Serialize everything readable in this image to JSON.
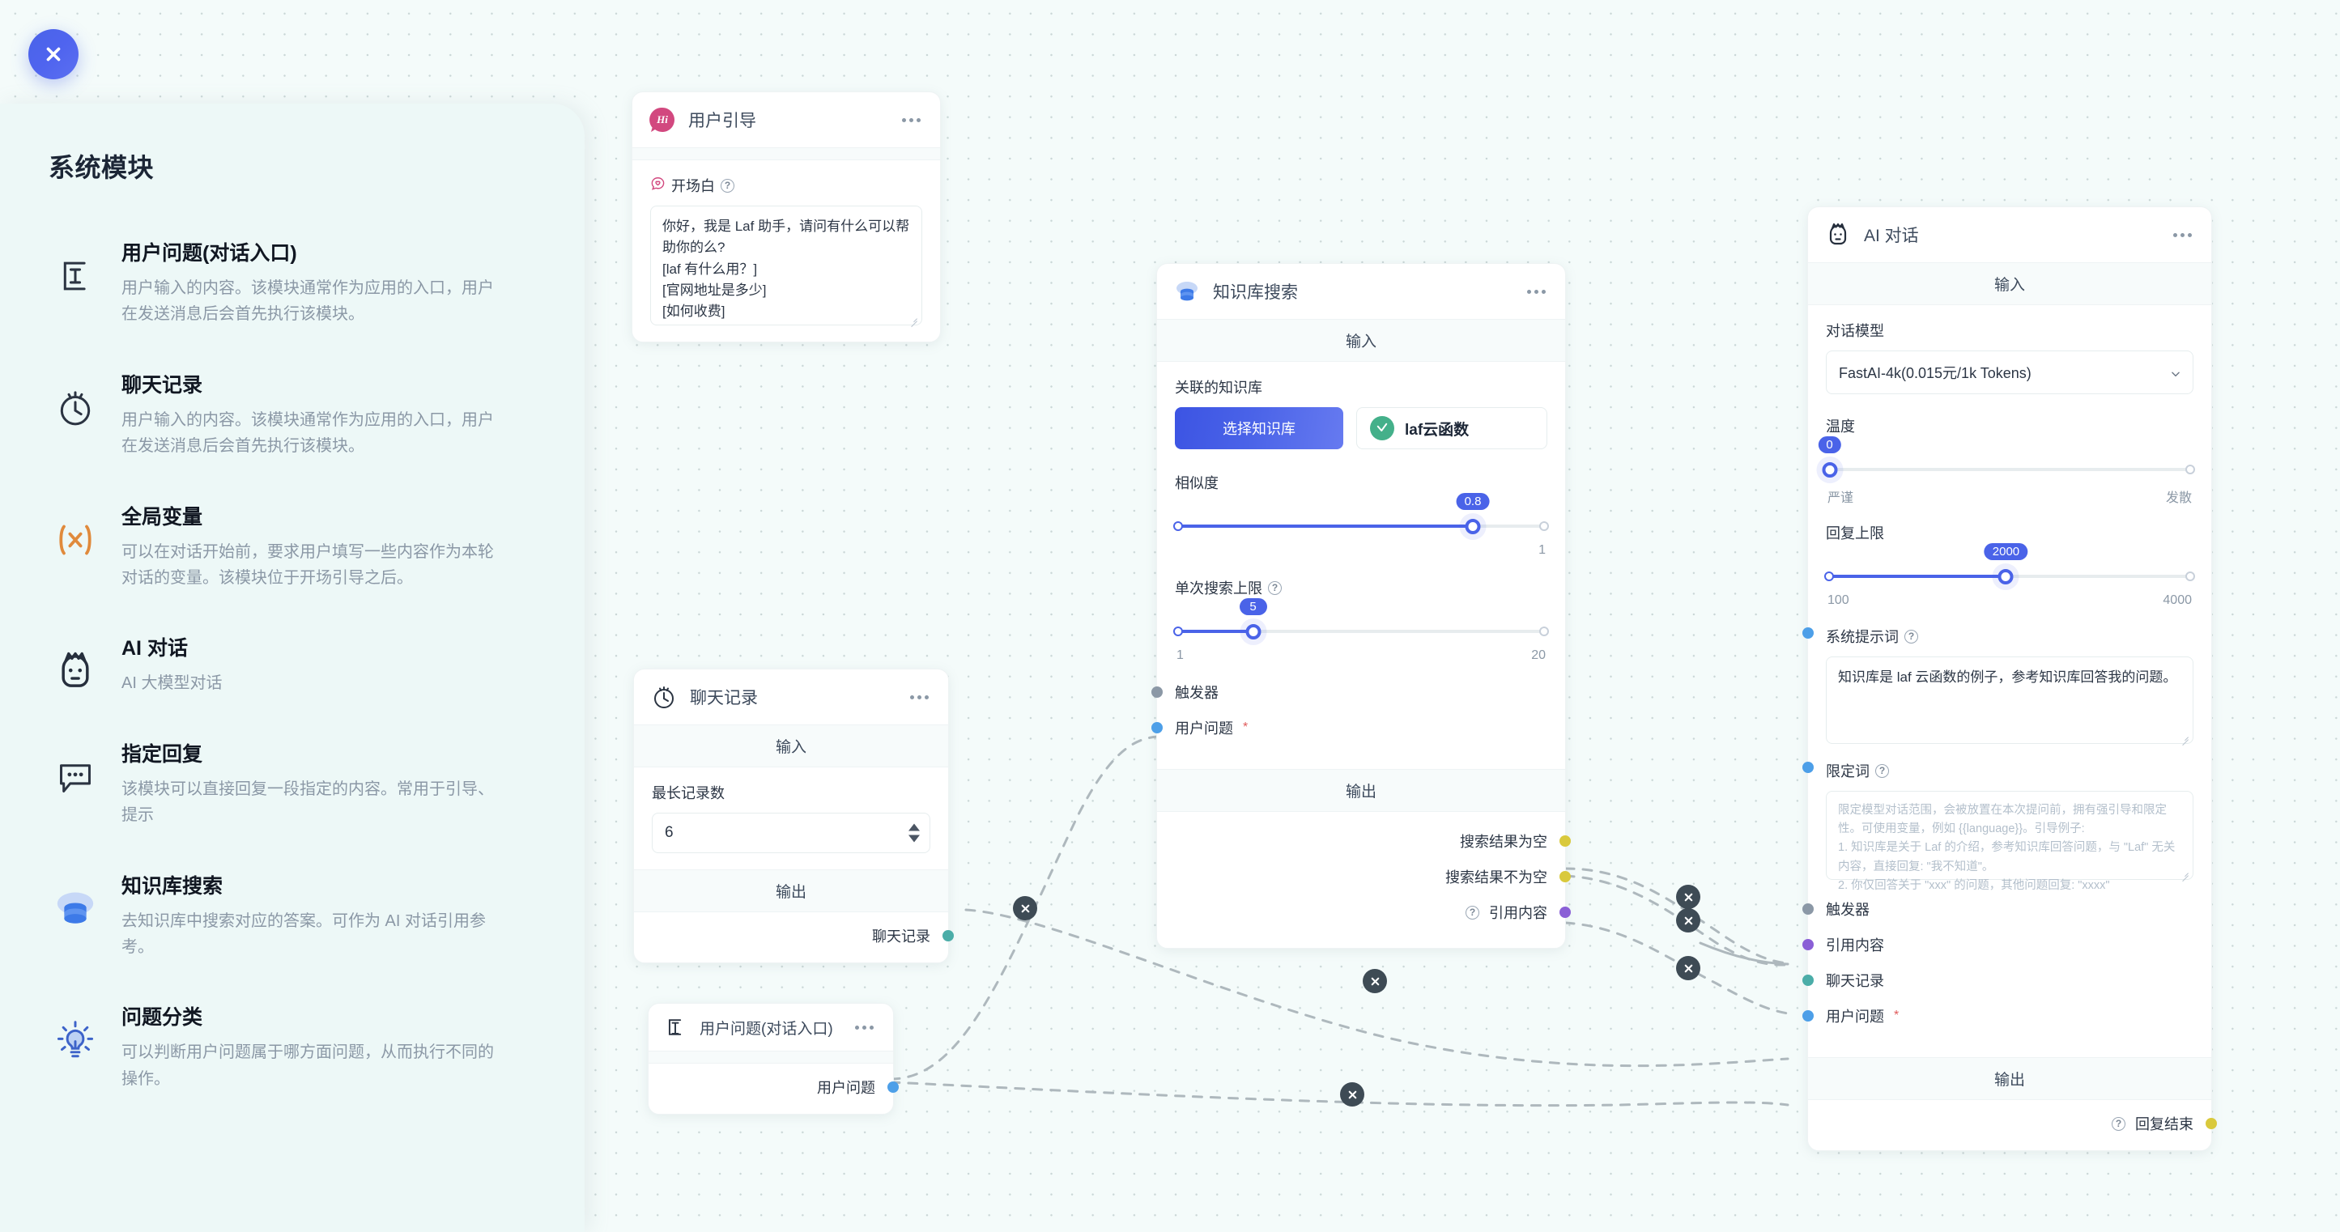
{
  "close_button": {
    "icon": "close-icon"
  },
  "sidebar": {
    "title": "系统模块",
    "items": [
      {
        "icon": "text-input-icon",
        "name": "用户问题(对话入口)",
        "desc": "用户输入的内容。该模块通常作为应用的入口，用户在发送消息后会首先执行该模块。"
      },
      {
        "icon": "clock-history-icon",
        "name": "聊天记录",
        "desc": "用户输入的内容。该模块通常作为应用的入口，用户在发送消息后会首先执行该模块。"
      },
      {
        "icon": "variable-x-icon",
        "name": "全局变量",
        "desc": "可以在对话开始前，要求用户填写一些内容作为本轮对话的变量。该模块位于开场引导之后。"
      },
      {
        "icon": "ai-robot-icon",
        "name": "AI 对话",
        "desc": "AI 大模型对话"
      },
      {
        "icon": "chat-bubble-icon",
        "name": "指定回复",
        "desc": "该模块可以直接回复一段指定的内容。常用于引导、提示"
      },
      {
        "icon": "database-icon",
        "name": "知识库搜索",
        "desc": "去知识库中搜索对应的答案。可作为 AI 对话引用参考。"
      },
      {
        "icon": "lightbulb-icon",
        "name": "问题分类",
        "desc": "可以判断用户问题属于哪方面问题，从而执行不同的操作。"
      }
    ]
  },
  "nodes": {
    "user_guide": {
      "title": "用户引导",
      "icon": "hi-badge-icon",
      "menu": "more-icon",
      "opening": {
        "label": "开场白",
        "icon": "heart-chat-icon",
        "help": "?",
        "value": "你好，我是 Laf 助手，请问有什么可以帮助你的么?\n[laf 有什么用？]\n[官网地址是多少]\n[如何收费]"
      }
    },
    "chat_history": {
      "title": "聊天记录",
      "icon": "clock-history-icon",
      "menu": "more-icon",
      "input_band": "输入",
      "output_band": "输出",
      "max_records_label": "最长记录数",
      "max_records_value": "6",
      "output_port": {
        "label": "聊天记录",
        "color": "#4bada8"
      }
    },
    "user_question": {
      "title": "用户问题(对话入口)",
      "icon": "text-input-icon",
      "menu": "more-icon",
      "output_port": {
        "label": "用户问题",
        "color": "#4d9fe8"
      }
    },
    "kb_search": {
      "title": "知识库搜索",
      "icon": "database-icon",
      "menu": "more-icon",
      "input_band": "输入",
      "output_band": "输出",
      "dataset_label": "关联的知识库",
      "select_dataset_button": "选择知识库",
      "dataset_chip": "laf云函数",
      "similarity": {
        "label": "相似度",
        "value": "0.8",
        "min": "",
        "max": "1",
        "percent": 80
      },
      "search_limit": {
        "label": "单次搜索上限",
        "help": "?",
        "value": "5",
        "min": "1",
        "max": "20",
        "percent": 21
      },
      "inputs": [
        {
          "label": "触发器",
          "color": "#8b98a6",
          "required": false
        },
        {
          "label": "用户问题",
          "color": "#4d9fe8",
          "required": true
        }
      ],
      "outputs": [
        {
          "label": "搜索结果为空",
          "color": "#d9c93c",
          "help": false
        },
        {
          "label": "搜索结果不为空",
          "color": "#d9c93c",
          "help": false
        },
        {
          "label": "引用内容",
          "color": "#8a5fd6",
          "help": true
        }
      ]
    },
    "ai_chat": {
      "title": "AI 对话",
      "icon": "ai-robot-icon",
      "menu": "more-icon",
      "input_band": "输入",
      "output_band": "输出",
      "model_label": "对话模型",
      "model_value": "FastAI-4k(0.015元/1k Tokens)",
      "temperature": {
        "label": "温度",
        "value": "0",
        "left": "严谨",
        "right": "发散",
        "percent": 0
      },
      "reply_limit": {
        "label": "回复上限",
        "value": "2000",
        "min": "100",
        "max": "4000",
        "percent": 49
      },
      "system_prompt": {
        "label": "系统提示词",
        "help": "?",
        "value": "知识库是 laf 云函数的例子，参考知识库回答我的问题。",
        "port_color": "#4d9fe8"
      },
      "qualifier": {
        "label": "限定词",
        "help": "?",
        "placeholder": "限定模型对话范围，会被放置在本次提问前，拥有强引导和限定性。可使用变量，例如 {{language}}。引导例子:\n1. 知识库是关于 Laf 的介绍，参考知识库回答问题，与 \"Laf\" 无关内容，直接回复: \"我不知道\"。\n2. 你仅回答关于 \"xxx\" 的问题，其他问题回复: \"xxxx\"",
        "port_color": "#4d9fe8"
      },
      "inputs": [
        {
          "label": "触发器",
          "color": "#8b98a6",
          "required": false
        },
        {
          "label": "引用内容",
          "color": "#8a5fd6",
          "required": false
        },
        {
          "label": "聊天记录",
          "color": "#4bada8",
          "required": false
        },
        {
          "label": "用户问题",
          "color": "#4d9fe8",
          "required": true
        }
      ],
      "outputs": [
        {
          "label": "回复结束",
          "color": "#d9c93c",
          "help": true
        }
      ]
    }
  },
  "edge_delete_icon": "close-circle-icon",
  "colors": {
    "accent": "#4a63e8",
    "sidebar_bg": "#edf8f7",
    "canvas_bg": "#f4fbfa",
    "port_blue": "#4d9fe8",
    "port_teal": "#4bada8",
    "port_purple": "#8a5fd6",
    "port_yellow": "#d9c93c",
    "port_gray": "#8b98a6"
  }
}
